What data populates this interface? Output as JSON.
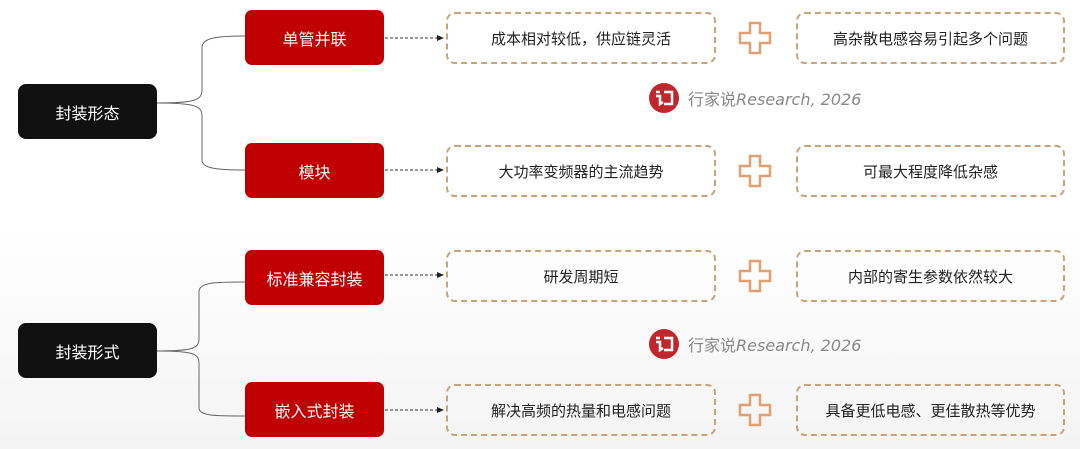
{
  "groups": [
    {
      "root": "封装形态",
      "rows": [
        {
          "category": "单管并联",
          "advantage": "成本相对较低，供应链灵活",
          "disadvantage": "高杂散电感容易引起多个问题"
        },
        {
          "category": "模块",
          "advantage": "大功率变频器的主流趋势",
          "disadvantage": "可最大程度降低杂感"
        }
      ]
    },
    {
      "root": "封装形式",
      "rows": [
        {
          "category": "标准兼容封装",
          "advantage": "研发周期短",
          "disadvantage": "内部的寄生参数依然较大"
        },
        {
          "category": "嵌入式封装",
          "advantage": "解决高频的热量和电感问题",
          "disadvantage": "具备更低电感、更佳散热等优势"
        }
      ]
    }
  ],
  "watermark": {
    "cn": "行家说",
    "en": "Research, 2026"
  },
  "colors": {
    "red": "#c00000",
    "black": "#111111",
    "dash": "#c9a376"
  }
}
